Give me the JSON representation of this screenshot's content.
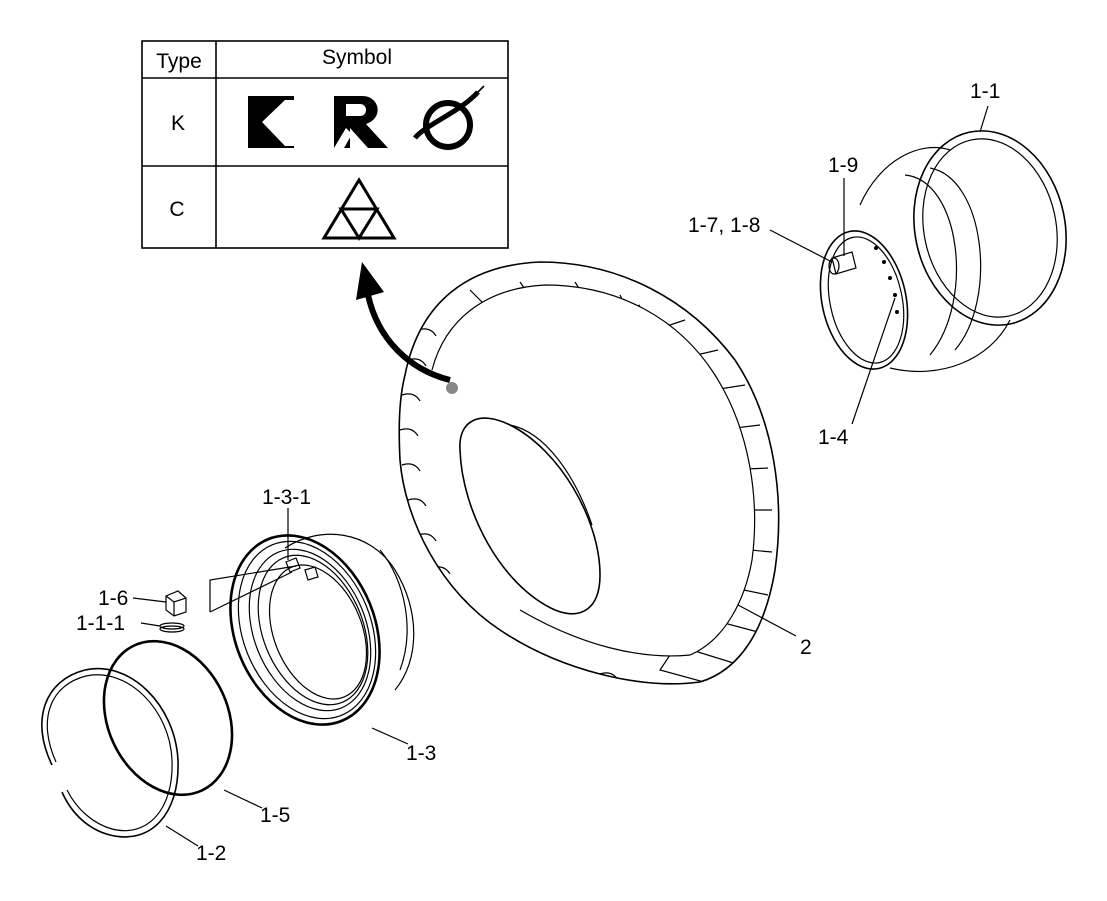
{
  "symbol_table": {
    "header_type": "Type",
    "header_symbol": "Symbol",
    "rows": [
      {
        "type": "K",
        "symbols": [
          "kumho-k-logo-icon",
          "kumho-r-logo-icon",
          "orbit-logo-icon"
        ]
      },
      {
        "type": "C",
        "symbols": [
          "triforce-triangle-icon"
        ]
      }
    ]
  },
  "callouts": {
    "rim": "1-1",
    "valve": "1-9",
    "valve_parts": "1-7, 1-8",
    "holes": "1-4",
    "tire": "2",
    "side_ring_lug": "1-3-1",
    "lock_block": "1-6",
    "small_part": "1-1-1",
    "side_ring": "1-3",
    "o_ring": "1-5",
    "lock_ring": "1-2"
  }
}
